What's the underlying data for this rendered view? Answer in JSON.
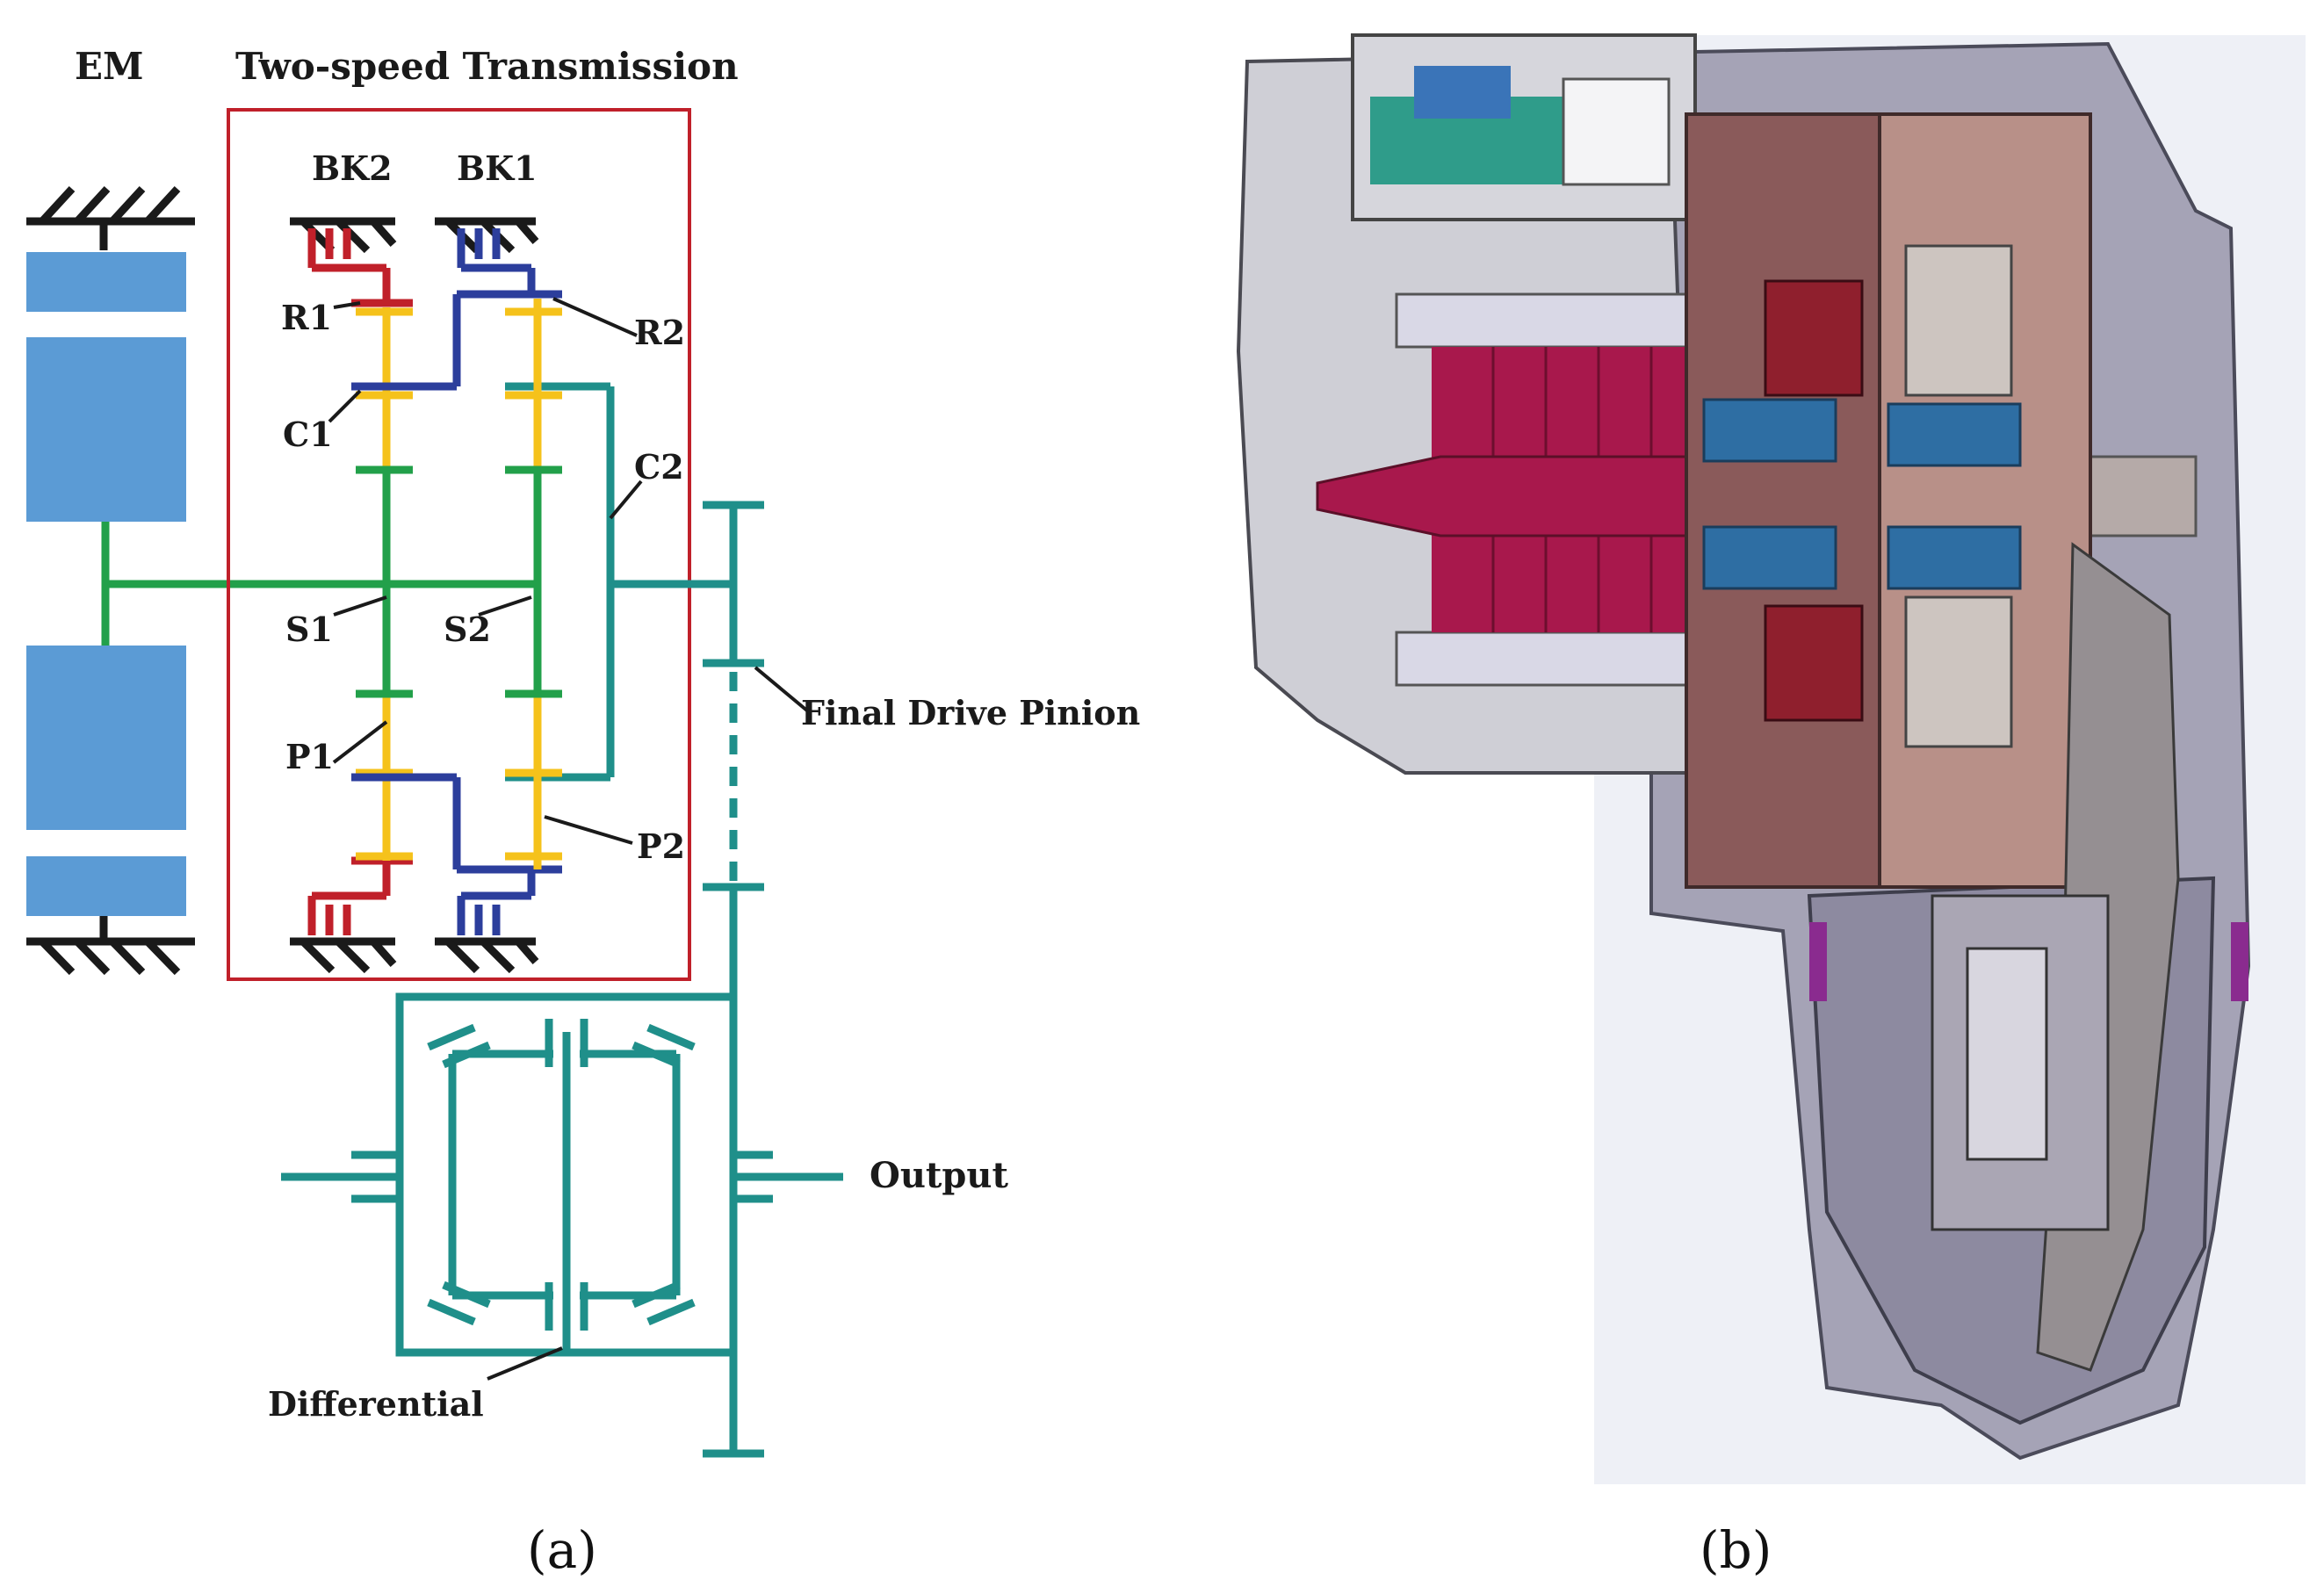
{
  "panel_a": {
    "labels": {
      "em": "EM",
      "transmission": "Two-speed Transmission",
      "bk2": "BK2",
      "bk1": "BK1",
      "r1": "R1",
      "r2": "R2",
      "c1": "C1",
      "c2": "C2",
      "s1": "S1",
      "s2": "S2",
      "p1": "P1",
      "p2": "P2",
      "final_drive": "Final Drive Pinion",
      "output": "Output",
      "differential": "Differential"
    },
    "caption": "(a)"
  },
  "panel_b": {
    "caption": "(b)"
  },
  "colors": {
    "motor": "#5b9bd5",
    "ground": "#1a1a1a",
    "ring1": "#c0202a",
    "ring2": "#2c3e9c",
    "planet": "#f5c21b",
    "sun": "#22a04a",
    "carrier": "#1f8f8a",
    "box": "#c0202a"
  }
}
